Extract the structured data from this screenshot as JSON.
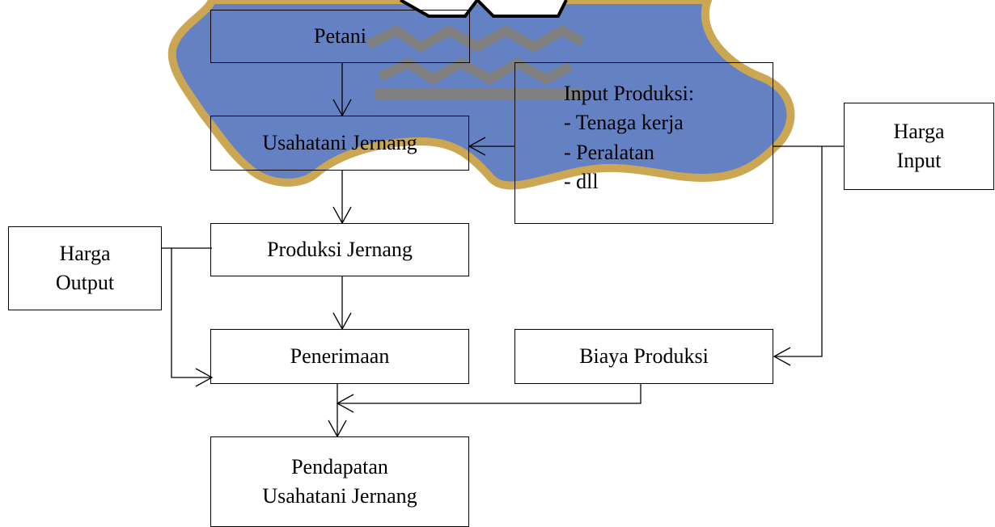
{
  "diagram": {
    "watermark": {
      "fill": "#5b7bc0",
      "border": "#c9a34a",
      "wave_color": "#808080"
    },
    "nodes": {
      "petani": {
        "label": "Petani"
      },
      "usahatani": {
        "label": "Usahatani Jernang"
      },
      "produksi": {
        "label": "Produksi Jernang"
      },
      "penerimaan": {
        "label": "Penerimaan"
      },
      "pendapatan": {
        "line1": "Pendapatan",
        "line2": "Usahatani Jernang"
      },
      "harga_output": {
        "line1": "Harga",
        "line2": "Output"
      },
      "harga_input": {
        "line1": "Harga",
        "line2": "Input"
      },
      "biaya": {
        "label": "Biaya Produksi"
      },
      "input_produksi": {
        "title": "Input Produksi:",
        "items": [
          "- Tenaga kerja",
          "- Peralatan",
          "- dll"
        ]
      }
    },
    "colors": {
      "line": "#000000",
      "text": "#000000"
    }
  }
}
